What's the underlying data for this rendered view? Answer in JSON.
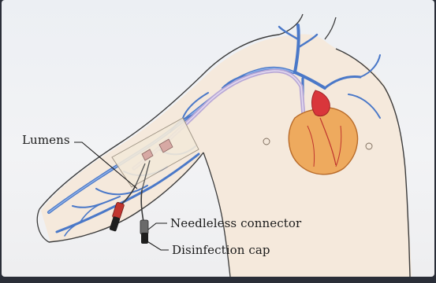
{
  "labels": {
    "lumens": "Lumens",
    "needleless_connector": "Needleless connector",
    "disinfection_cap": "Disinfection cap"
  },
  "colors": {
    "background": "#eef0f3",
    "skin": "#f3e6d6",
    "outline": "#3a3a3a",
    "vein": "#4a78c8",
    "vein_light": "#8fb0e6",
    "catheter": "#b9a8d6",
    "heart": "#e8a25a",
    "heart_red": "#d9363b",
    "cap_red": "#c0352f",
    "connector_black": "#1e1e1e"
  },
  "icons": [
    "arm-torso-outline",
    "vein-network",
    "heart",
    "picc-catheter",
    "needleless-connector",
    "disinfection-cap"
  ]
}
